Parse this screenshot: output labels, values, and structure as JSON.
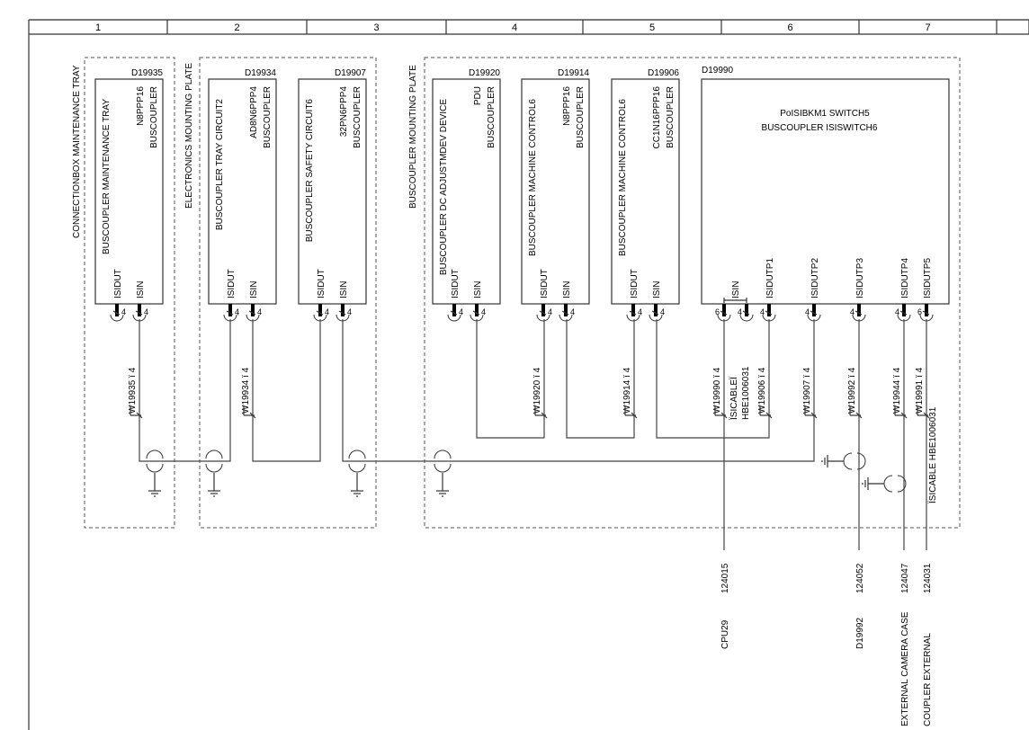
{
  "header": {
    "columns": [
      "1",
      "2",
      "3",
      "4",
      "5",
      "6",
      "7"
    ]
  },
  "groups": [
    {
      "label": "CONNECTIONBOX MAINTENANCE TRAY"
    },
    {
      "label": "ELECTRONICS MOUNTING PLATE"
    },
    {
      "label": "BUSCOUPLER MOUNTING PLATE"
    }
  ],
  "devices": [
    {
      "id": "D19935",
      "lines": [
        "BUSCOUPLER",
        "N8PPP16",
        "BUSCOUPLER MAINTENANCE TRAY"
      ],
      "pins": [
        {
          "label": "ISIDUT",
          "num": "4"
        },
        {
          "label": "ISIN",
          "num": "4"
        }
      ]
    },
    {
      "id": "D19934",
      "lines": [
        "BUSCOUPLER",
        "AD8N6PPP4",
        "BUSCOUPLER TRAY CIRCUIT2"
      ],
      "pins": [
        {
          "label": "ISIDUT",
          "num": "4"
        },
        {
          "label": "ISIN",
          "num": "4"
        }
      ]
    },
    {
      "id": "D19907",
      "lines": [
        "BUSCOUPLER",
        "32PN6PPP4",
        "BUSCOUPLER SAFETY CIRCUIT6"
      ],
      "pins": [
        {
          "label": "ISIDUT",
          "num": "4"
        },
        {
          "label": "ISIN",
          "num": "4"
        }
      ]
    },
    {
      "id": "D19920",
      "lines": [
        "BUSCOUPLER",
        "PDU",
        "BUSCOUPLER DC ADJUSTMDEV DEVICE"
      ],
      "pins": [
        {
          "label": "ISIDUT",
          "num": "4"
        },
        {
          "label": "ISIN",
          "num": "4"
        }
      ]
    },
    {
      "id": "D19914",
      "lines": [
        "BUSCOUPLER",
        "N8PPP16",
        "BUSCOUPLER MACHINE CONTROL6"
      ],
      "pins": [
        {
          "label": "ISIDUT",
          "num": "4"
        },
        {
          "label": "ISIN",
          "num": "4"
        }
      ]
    },
    {
      "id": "D19906",
      "lines": [
        "BUSCOUPLER",
        "CC1N16PPP16",
        "BUSCOUPLER MACHINE CONTROL6"
      ],
      "pins": [
        {
          "label": "ISIDUT",
          "num": "4"
        },
        {
          "label": "ISIN",
          "num": "4"
        }
      ]
    }
  ],
  "switch": {
    "id": "D19990",
    "line1": "PoISIBKM1 SWITCH5",
    "line2": "BUSCOUPLER ISISWITCH6",
    "pins": [
      {
        "label": "",
        "num": "6"
      },
      {
        "label": "ISIN",
        "num": "4"
      },
      {
        "label": "ISIDUTP1",
        "num": "4"
      },
      {
        "label": "ISIDUTP2",
        "num": "4"
      },
      {
        "label": "ISIDUTP3",
        "num": "4"
      },
      {
        "label": "ISIDUTP4",
        "num": "4"
      },
      {
        "label": "ISIDUTP5",
        "num": "6"
      }
    ]
  },
  "wires": [
    "W19935 ï 4",
    "W19934 ï 4",
    "W19920 ï 4",
    "W19914 ï 4",
    "W19990 ï 4",
    "W19906 ï 4",
    "W19907 ï 4",
    "W19992 ï 4",
    "W19944 ï 4",
    "W19991 ï 4"
  ],
  "cable_labels": {
    "a1": "ÏSICABLEÏ",
    "a2": "HBE1006031",
    "b": "ÏSICABLE HBE1006031"
  },
  "terminals": [
    "124015",
    "124052",
    "124047",
    "124031"
  ],
  "destinations": [
    "CPU29",
    "D19992",
    "EXTERNAL CAMERA CASE",
    "COUPLER EXTERNAL"
  ]
}
